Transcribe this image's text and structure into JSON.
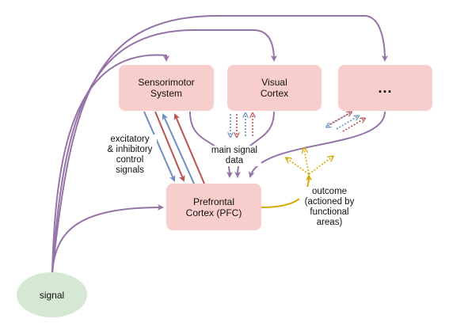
{
  "nodes": {
    "sensorimotor": {
      "line1": "Sensorimotor",
      "line2": "System"
    },
    "visual": {
      "line1": "Visual",
      "line2": "Cortex"
    },
    "more": {
      "text": "..."
    },
    "pfc": {
      "line1": "Prefrontal",
      "line2": "Cortex (PFC)"
    },
    "signal": {
      "text": "signal"
    }
  },
  "labels": {
    "control": [
      "excitatory",
      "& inhibitory",
      "control",
      "signals"
    ],
    "main_signal": [
      "main signal",
      "data"
    ],
    "outcome": [
      "outcome",
      "(actioned by",
      "functional",
      "areas)"
    ]
  },
  "colors": {
    "node_fill": "#f8cecc",
    "signal_fill": "#d5e8d4",
    "purple": "#9673a6",
    "blue": "#6c8ebf",
    "red": "#b85450",
    "gold": "#d6a800"
  }
}
